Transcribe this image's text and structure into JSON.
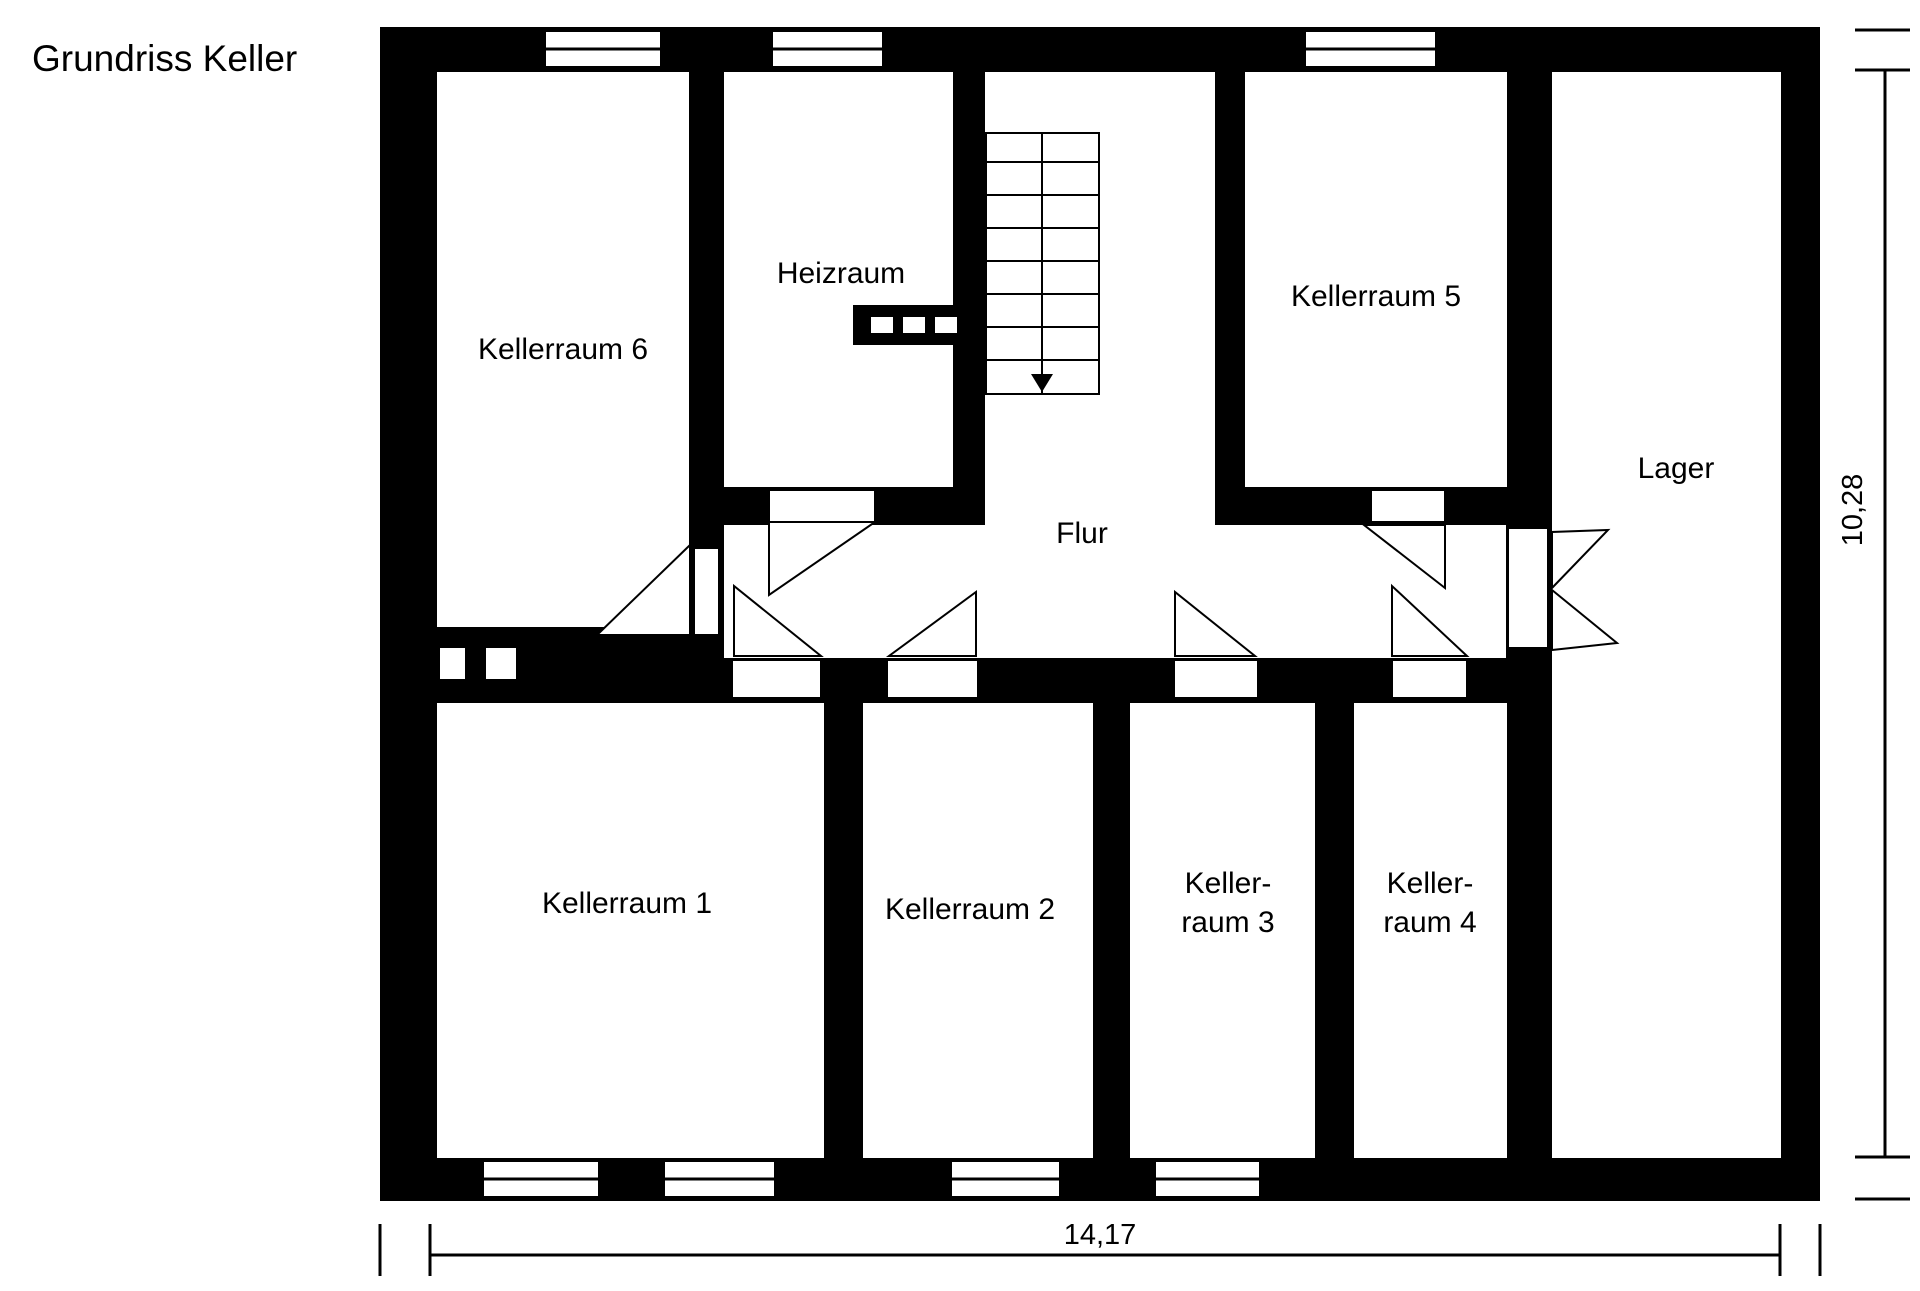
{
  "title": "Grundriss Keller",
  "rooms": {
    "kellerraum6": "Kellerraum 6",
    "heizraum": "Heizraum",
    "kellerraum5": "Kellerraum 5",
    "lager": "Lager",
    "flur": "Flur",
    "kellerraum1": "Kellerraum 1",
    "kellerraum2": "Kellerraum 2",
    "kellerraum3_line1": "Keller-",
    "kellerraum3_line2": "raum 3",
    "kellerraum4_line1": "Keller-",
    "kellerraum4_line2": "raum 4"
  },
  "dimensions": {
    "width": "14,17",
    "height": "10,28"
  },
  "colors": {
    "wall": "#000000",
    "floor": "#ffffff"
  }
}
